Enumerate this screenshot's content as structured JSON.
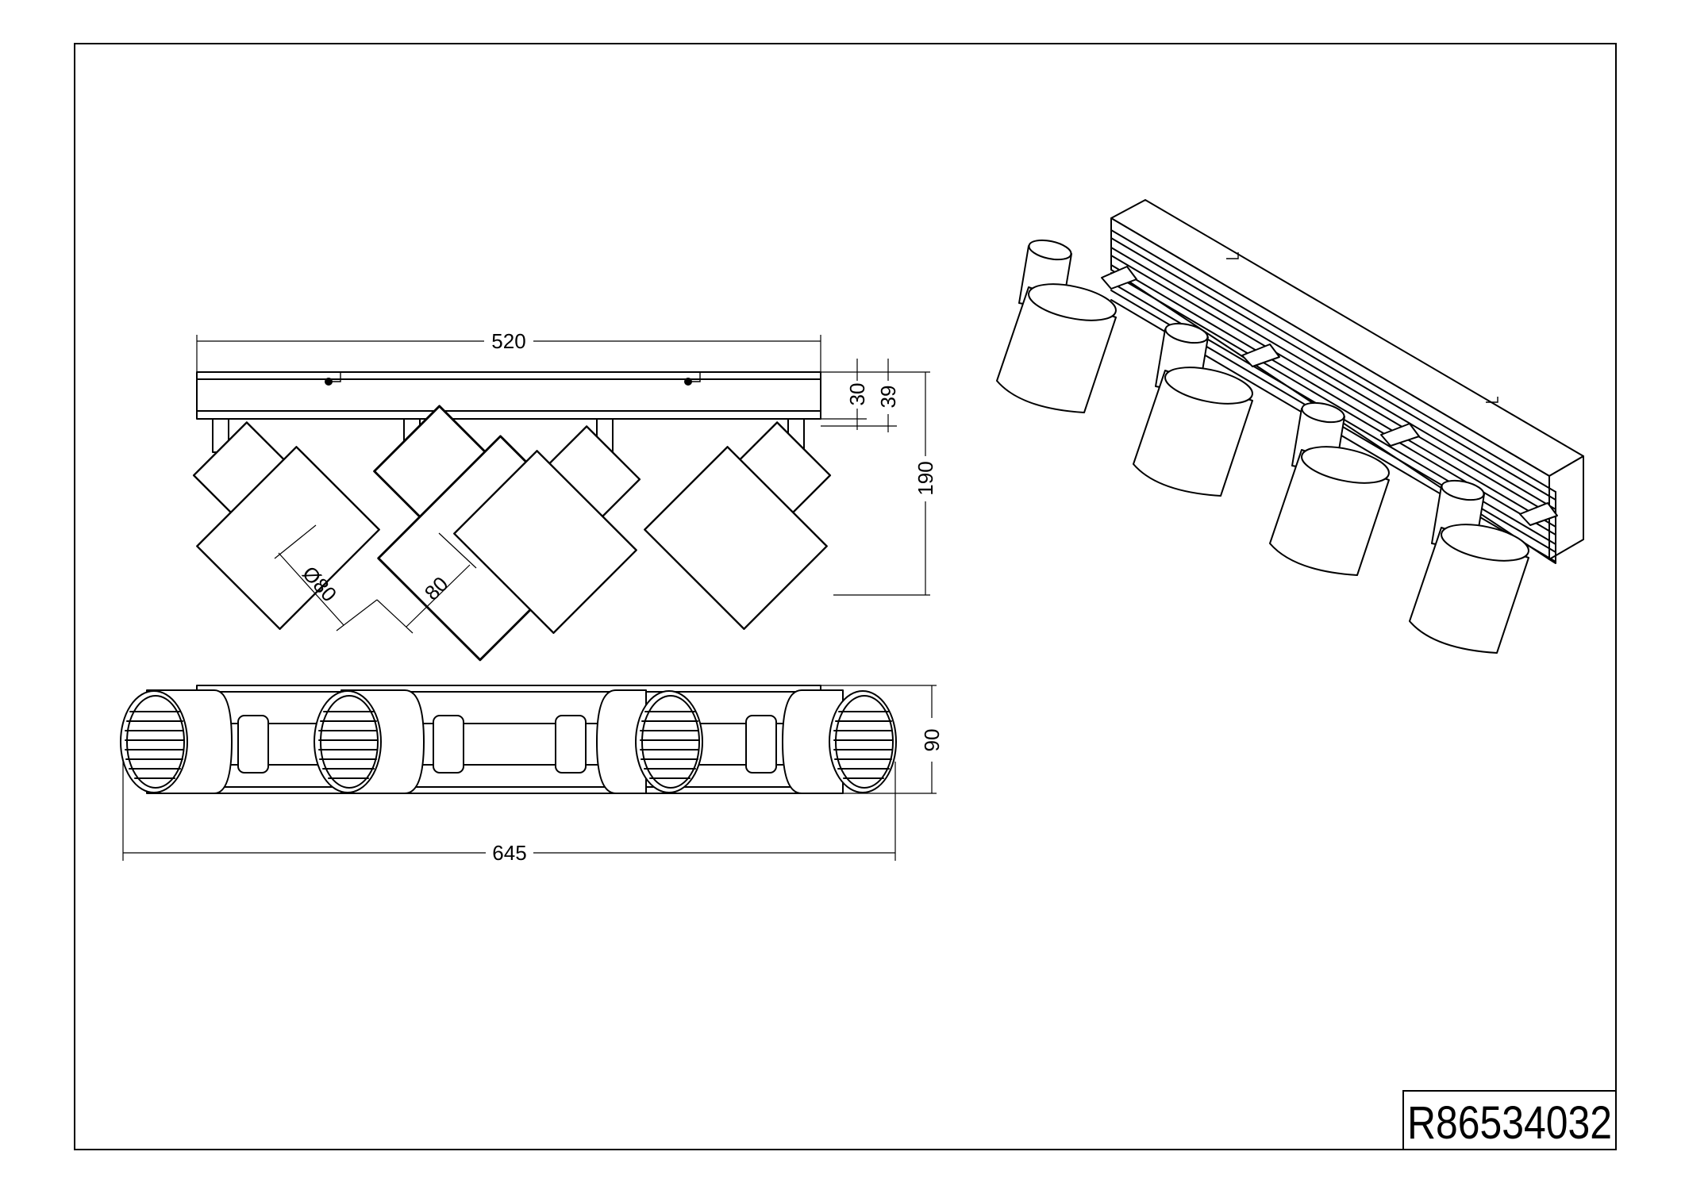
{
  "drawing": {
    "part_number": "R86534032",
    "dimensions": {
      "bar_length": "520",
      "overall_length": "645",
      "base_height": "30",
      "base_height_total": "39",
      "overall_height": "190",
      "depth": "90",
      "shade_diameter": "Ø80",
      "shade_length": "80"
    }
  }
}
